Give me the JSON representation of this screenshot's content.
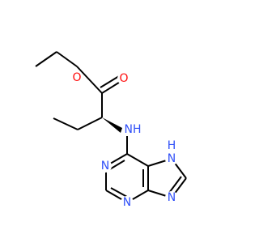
{
  "colors": {
    "carbon": "#000000",
    "oxygen": "#ff0d0d",
    "nitrogen": "#3050f8",
    "background": "#ffffff"
  },
  "atoms": {
    "ester_o": "O",
    "carbonyl_o": "O",
    "amine_nh": "NH",
    "ring_n1": "N",
    "ring_n3": "N",
    "ring_n9": "N",
    "ring_nh7": "N",
    "ring_nh7_h": "H"
  }
}
